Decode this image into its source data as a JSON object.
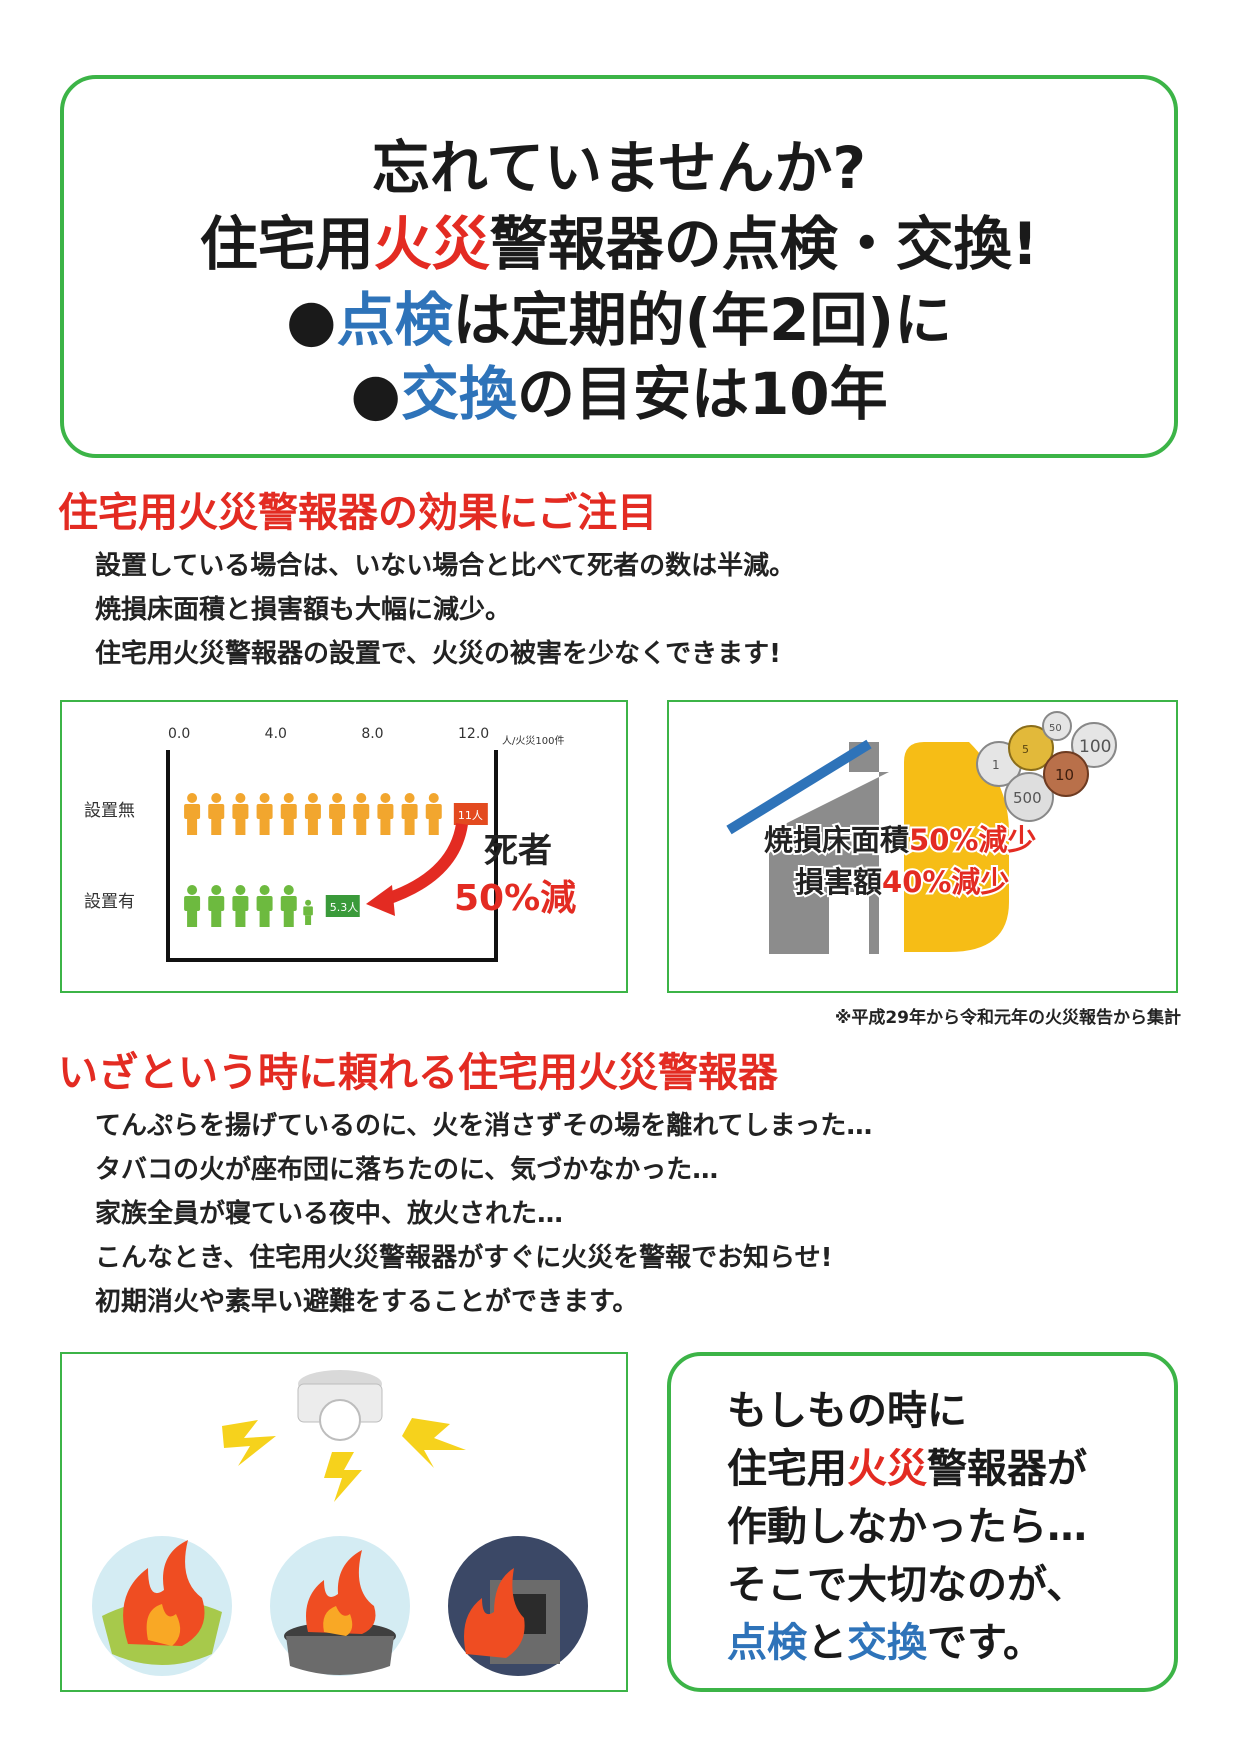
{
  "header": {
    "line1": "忘れていませんか?",
    "line2_pre": "住宅用",
    "line2_red": "火災",
    "line2_post": "警報器の点検・交換!",
    "line3_bullet": "●",
    "line3_blue": "点検",
    "line3_post": "は定期的(年2回)に",
    "line4_bullet": "●",
    "line4_blue": "交換",
    "line4_post": "の目安は10年"
  },
  "section1": {
    "title": "住宅用火災警報器の効果にご注目",
    "lines": [
      "設置している場合は、いない場合と比べて死者の数は半減。",
      "焼損床面積と損害額も大幅に減少。",
      "住宅用火災警報器の設置で、火災の被害を少なくできます!"
    ]
  },
  "chart_data": {
    "type": "bar",
    "unit": "人/火災100件",
    "categories": [
      "設置無",
      "設置有"
    ],
    "values": [
      11,
      5.3
    ],
    "value_labels": [
      "11人",
      "5.3人"
    ],
    "xlim": [
      0,
      12.0
    ],
    "ticks": [
      "0.0",
      "4.0",
      "8.0",
      "12.0"
    ],
    "annotation_line1": "死者",
    "annotation_line2": "50%減",
    "colors": {
      "without": "#f2a62e",
      "with": "#6dba3f",
      "arrow": "#e32b22"
    }
  },
  "house_panel": {
    "line1_text": "焼損床面積",
    "line1_pct": "50%減少",
    "line2_text": "損害額",
    "line2_pct": "40%減少",
    "coins": [
      "50",
      "100",
      "1",
      "5",
      "10",
      "500"
    ]
  },
  "note": "※平成29年から令和元年の火災報告から集計",
  "section2": {
    "title": "いざという時に頼れる住宅用火災警報器",
    "lines": [
      "てんぷらを揚げているのに、火を消さずその場を離れてしまった…",
      "タバコの火が座布団に落ちたのに、気づかなかった…",
      "家族全員が寝ている夜中、放火された…",
      "こんなとき、住宅用火災警報器がすぐに火災を警報でお知らせ!",
      "初期消火や素早い避難をすることができます。"
    ]
  },
  "alert_box": {
    "line1": "もしもの時に",
    "line2_pre": "住宅用",
    "line2_red": "火災",
    "line2_post": "警報器が",
    "line3": "作動しなかったら…",
    "line4": "そこで大切なのが、",
    "line5_blue1": "点検",
    "line5_mid": "と",
    "line5_blue2": "交換",
    "line5_post": "です。"
  },
  "colors": {
    "green_border": "#3cb447",
    "red": "#e32b22",
    "blue": "#2e73b9"
  }
}
